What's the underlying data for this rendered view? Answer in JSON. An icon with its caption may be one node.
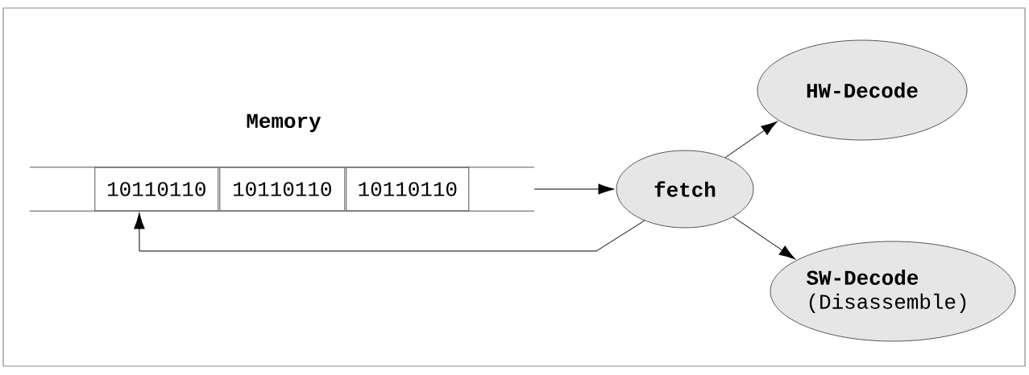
{
  "diagram": {
    "nodes": [
      {
        "text": [
          "Memory"
        ]
      },
      {
        "text": [
          "10110110"
        ],
        "in": 0
      },
      {
        "text": [
          "10110110"
        ],
        "in": 0
      },
      {
        "text": [
          "10110110"
        ],
        "in": 0
      },
      {
        "text": [
          "fetch"
        ]
      },
      {
        "text": [
          "HW-Decode"
        ]
      },
      {
        "text": [
          "**SW-Decode** (Disassemble)"
        ]
      }
    ],
    "edges": [
      {
        "from": 0,
        "to": 4,
        "arrow": "to"
      },
      {
        "from": 4,
        "to": 5,
        "arrow": "to"
      },
      {
        "from": 4,
        "to": 6,
        "arrow": "to"
      },
      {
        "from": 4,
        "to": 1,
        "arrow": "to"
      }
    ]
  }
}
